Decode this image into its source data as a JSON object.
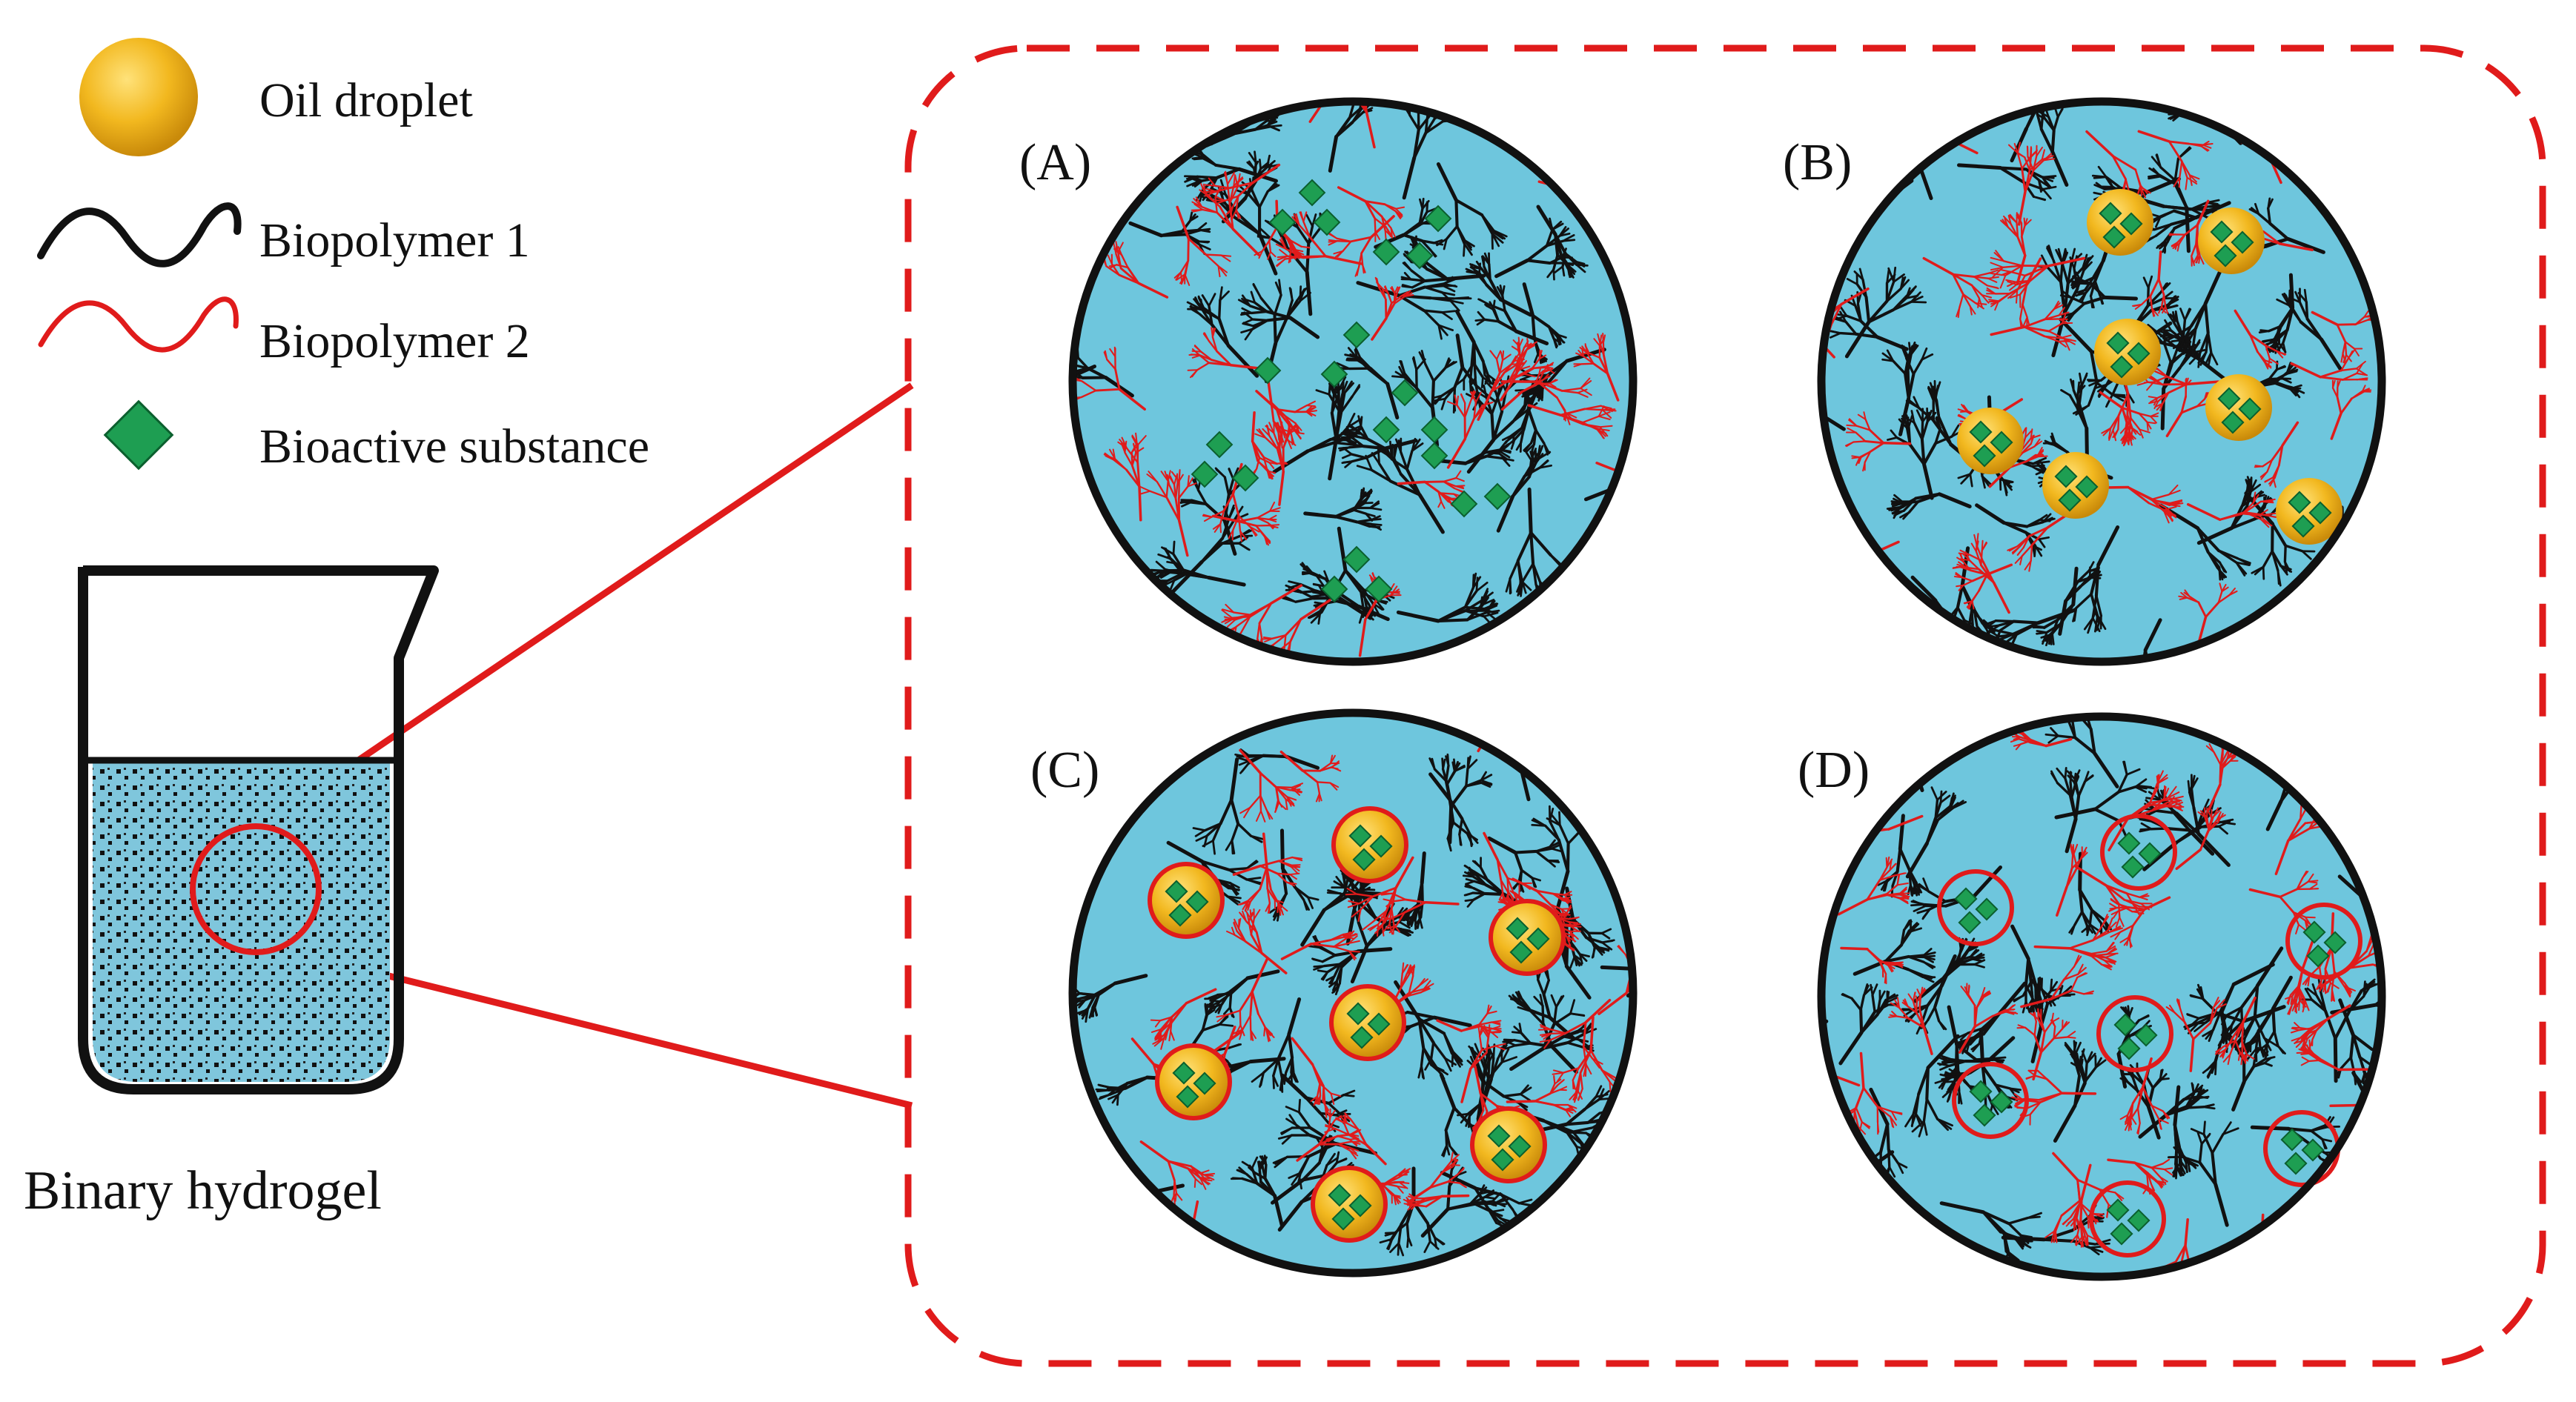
{
  "legend": {
    "items": [
      {
        "label": "Oil droplet",
        "icon": "oil-droplet-icon"
      },
      {
        "label": "Biopolymer 1",
        "icon": "black-wave-icon"
      },
      {
        "label": "Biopolymer 2",
        "icon": "red-wave-icon"
      },
      {
        "label": "Bioactive substance",
        "icon": "green-diamond-icon"
      }
    ]
  },
  "beaker": {
    "caption": "Binary hydrogel"
  },
  "panels": [
    {
      "label": "(A)",
      "variant": "free"
    },
    {
      "label": "(B)",
      "variant": "oil"
    },
    {
      "label": "(C)",
      "variant": "oil-coated"
    },
    {
      "label": "(D)",
      "variant": "coated"
    }
  ],
  "colors": {
    "gel": "#6ec6dd",
    "biopolymer1": "#111111",
    "biopolymer2": "#e01b1b",
    "bioactive": "#1e9e52",
    "oil": "#f2b81f",
    "frame": "#e01b1b"
  }
}
